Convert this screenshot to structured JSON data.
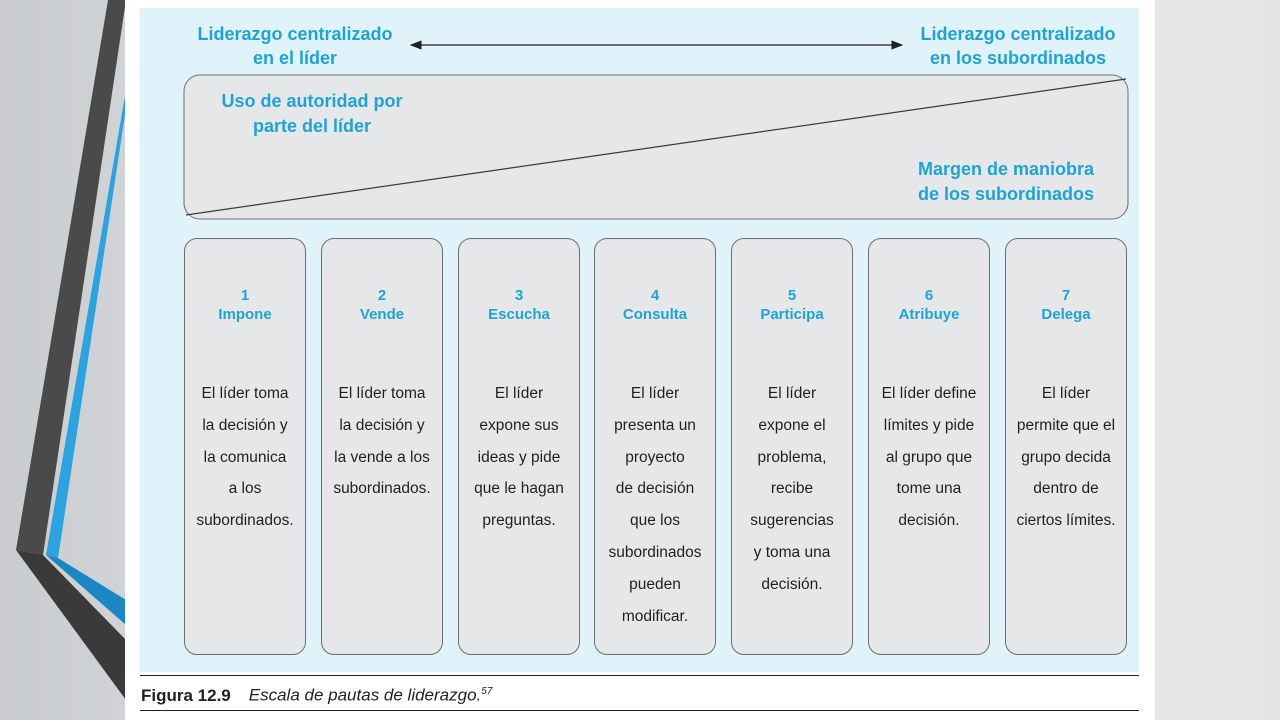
{
  "diagram": {
    "header_left": "Liderazgo centralizado\nen el líder",
    "header_right": "Liderazgo centralizado\nen los subordinados",
    "authority_label": "Uso de autoridad por\nparte del líder",
    "freedom_label": "Margen de maniobra\nde los subordinados",
    "boxes": [
      {
        "number": "1",
        "label": "Impone",
        "description": "El líder toma\nla decisión y\nla comunica\na los\nsubordinados."
      },
      {
        "number": "2",
        "label": "Vende",
        "description": "El líder toma\nla decisión y\nla vende a los\nsubordinados."
      },
      {
        "number": "3",
        "label": "Escucha",
        "description": "El líder\nexpone sus\nideas y pide\nque le hagan\npreguntas."
      },
      {
        "number": "4",
        "label": "Consulta",
        "description": "El líder\npresenta un\nproyecto\nde decisión\nque los\nsubordinados\npueden\nmodificar."
      },
      {
        "number": "5",
        "label": "Participa",
        "description": "El líder\nexpone el\nproblema,\nrecibe\nsugerencias\ny toma una\ndecisión."
      },
      {
        "number": "6",
        "label": "Atribuye",
        "description": "El líder define\nlímites y pide\nal grupo que\ntome una\ndecisión."
      },
      {
        "number": "7",
        "label": "Delega",
        "description": "El líder\npermite que el\ngrupo decida\ndentro de\nciertos límites."
      }
    ]
  },
  "caption": {
    "label": "Figura 12.9",
    "text": "Escala de pautas de liderazgo.",
    "superscript": "57"
  },
  "colors": {
    "accent": "#1ea3d8",
    "figure_background": "#e0f3fa",
    "box_fill": "#e6e7e8",
    "decoration_blue": "#2aa3e0",
    "decoration_dark": "#3d3d3d"
  }
}
